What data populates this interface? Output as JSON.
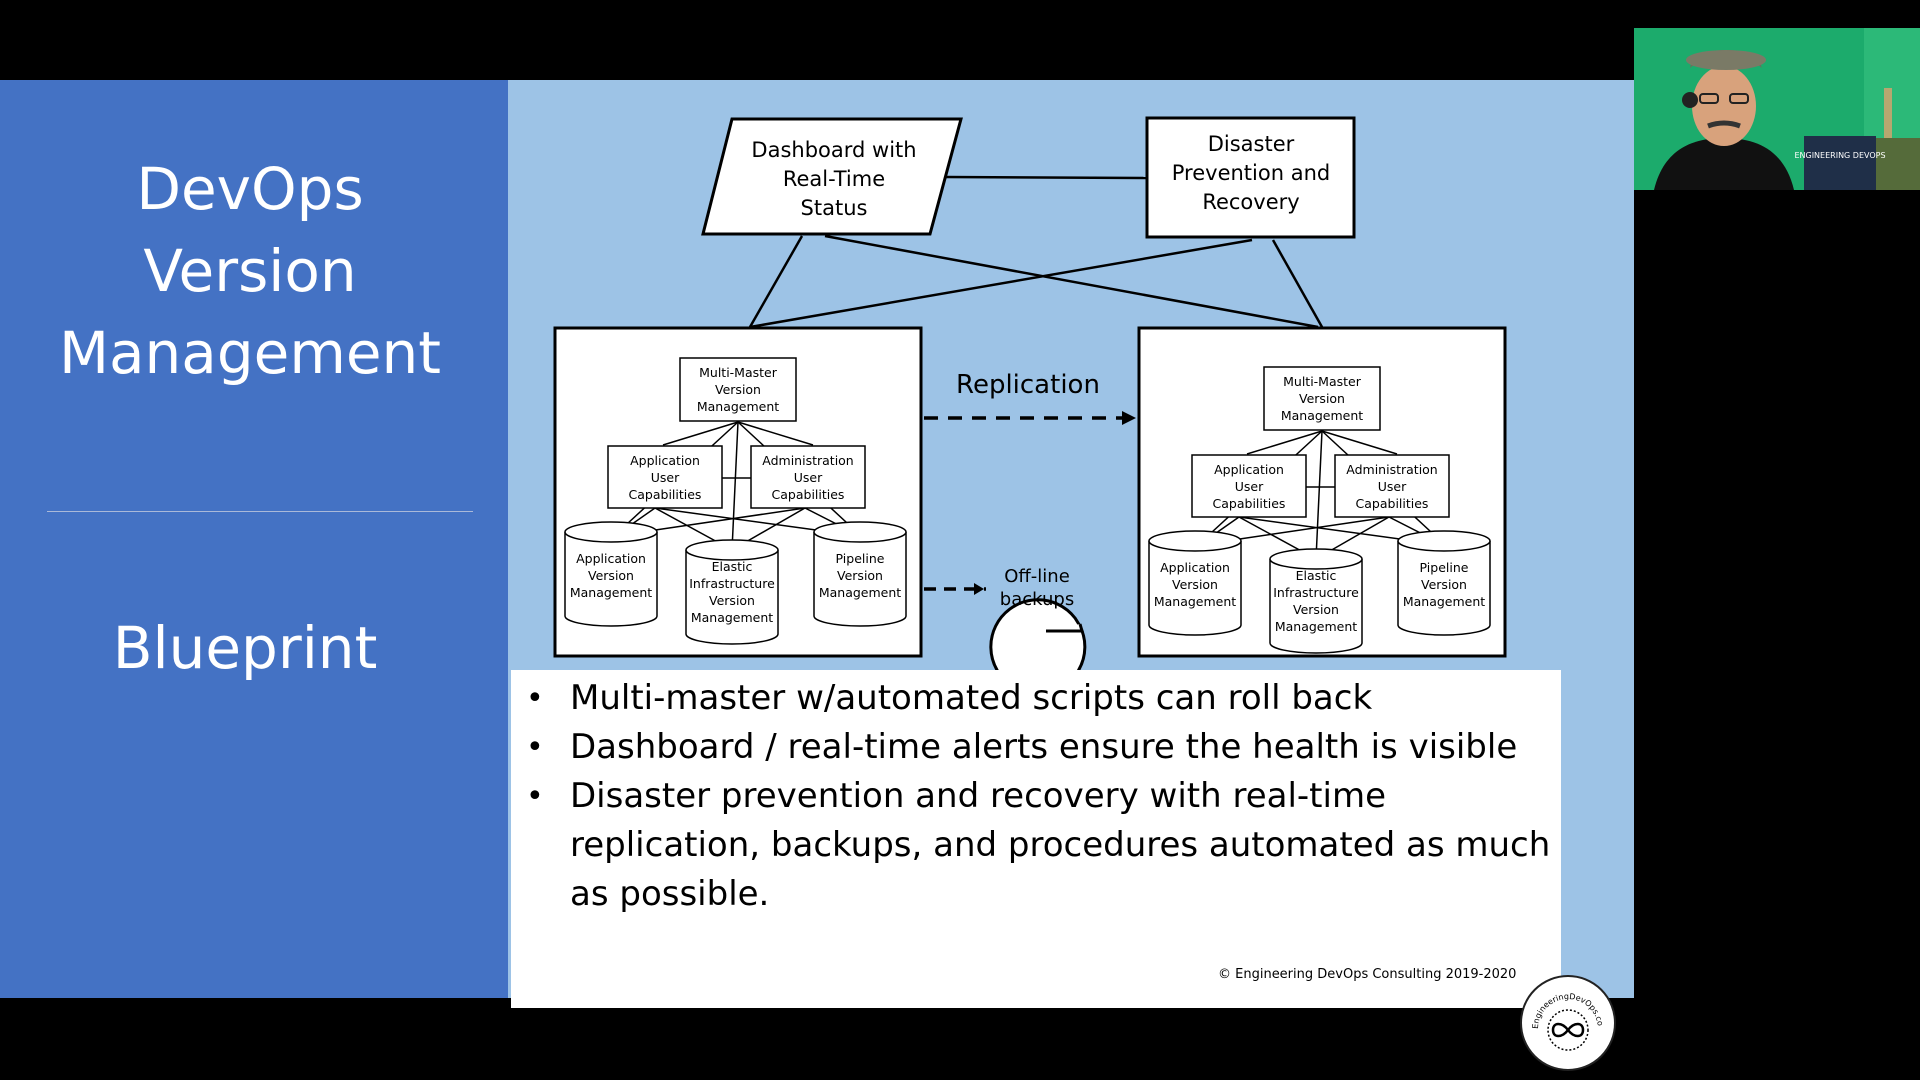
{
  "slide": {
    "title_lines": [
      "DevOps",
      "Version",
      "Management"
    ],
    "subtitle": "Blueprint"
  },
  "diagram": {
    "dashboard_box": [
      "Dashboard with",
      "Real-Time",
      "Status"
    ],
    "disaster_box": [
      "Disaster",
      "Prevention and",
      "Recovery"
    ],
    "replication_label": "Replication",
    "offline_label": [
      "Off-line",
      "backups"
    ],
    "cluster": {
      "multi_master": [
        "Multi-Master",
        "Version",
        "Management"
      ],
      "app_user": [
        "Application",
        "User",
        "Capabilities"
      ],
      "admin_user": [
        "Administration",
        "User",
        "Capabilities"
      ],
      "app_version": [
        "Application",
        "Version",
        "Management"
      ],
      "elastic_infra": [
        "Elastic",
        "Infrastructure",
        "Version",
        "Management"
      ],
      "pipeline_version": [
        "Pipeline",
        "Version",
        "Management"
      ]
    }
  },
  "bullets": [
    "Multi-master  w/automated scripts can roll back",
    "Dashboard / real-time alerts ensure the health is visible",
    "Disaster prevention and recovery with real-time replication, backups, and procedures automated as much as possible."
  ],
  "footer": {
    "copyright": "© Engineering DevOps Consulting  2019-2020",
    "logo_text": "EngineeringDevOps.com",
    "logo_icon": "infinity-icon"
  },
  "webcam": {
    "book_text": "ENGINEERING DEVOPS"
  },
  "colors": {
    "slide_bg": "#9dc3e6",
    "left_panel": "#4472c4",
    "frame": "#000000"
  }
}
